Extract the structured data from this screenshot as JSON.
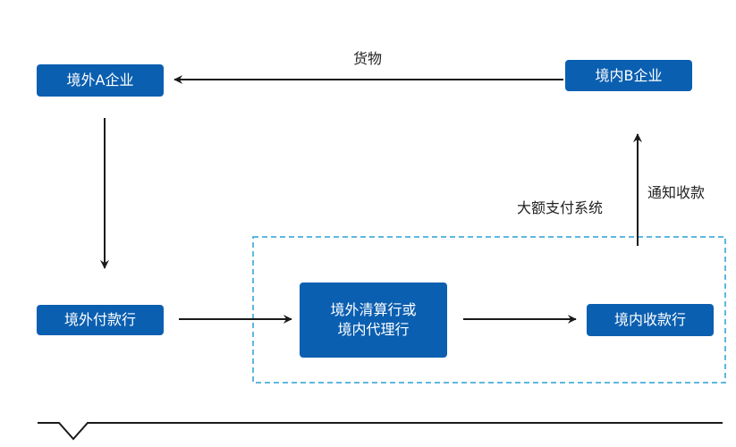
{
  "nodes": {
    "overseas_a": "境外A企业",
    "domestic_b": "境内B企业",
    "overseas_paying_bank": "境外付款行",
    "clearing_bank_line1": "境外清算行或",
    "clearing_bank_line2": "境内代理行",
    "domestic_receiving_bank": "境内收款行"
  },
  "labels": {
    "goods": "货物",
    "large_payment_system": "大额支付系统",
    "notify_collection": "通知收款"
  },
  "colors": {
    "node_fill": "#0b5fb0",
    "node_text": "#ffffff",
    "arrow": "#1a1a1a",
    "dashed_border": "#2a9fd6"
  }
}
